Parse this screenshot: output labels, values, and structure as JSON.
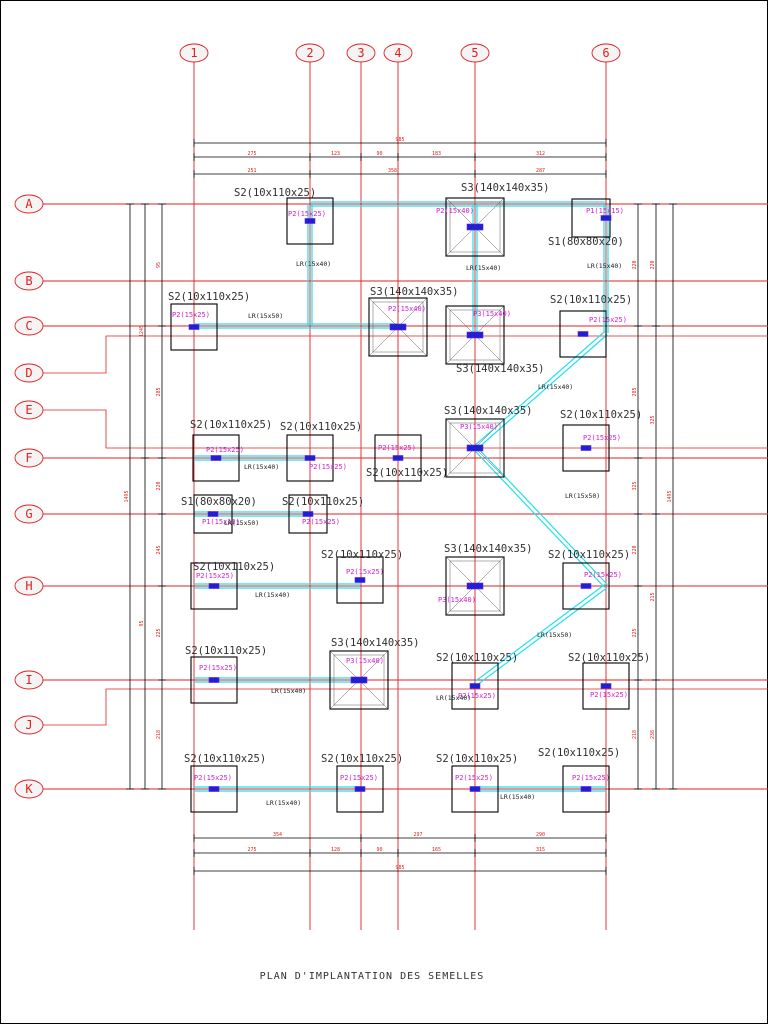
{
  "title": "PLAN D'IMPLANTATION DES SEMELLES",
  "axes": {
    "columns": [
      "1",
      "2",
      "3",
      "4",
      "5",
      "6"
    ],
    "rows": [
      "A",
      "B",
      "C",
      "D",
      "E",
      "F",
      "G",
      "H",
      "I",
      "J",
      "K"
    ]
  },
  "colors": {
    "axis": "#e02020",
    "beam": "#20e0f0",
    "pile": "#2020d0",
    "pile_label": "#d020d0",
    "footing": "#000000"
  },
  "footings": [
    {
      "label": "S2(10x110x25)",
      "post": "P2(15x25)"
    },
    {
      "label": "S3(140x140x35)",
      "post": "P2(15x40)"
    },
    {
      "label": "S1(80x80x20)",
      "post": "P1(15x15)"
    },
    {
      "label": "S2(10x110x25)",
      "post": "P2(15x25)"
    },
    {
      "label": "S3(140x140x35)",
      "post": "P2(15x40)"
    },
    {
      "label": "S2(10x110x25)",
      "post": "P2(15x25)"
    },
    {
      "label": "S3(140x140x35)",
      "post": "P3(15x40)"
    },
    {
      "label": "S2(10x110x25)",
      "post": "P2(15x25)"
    },
    {
      "label": "S2(10x110x25)",
      "post": "P2(15x25)"
    },
    {
      "label": "S2(10x110x25)",
      "post": "P2(15x25)"
    },
    {
      "label": "S3(140x140x35)",
      "post": "P3(15x40)"
    },
    {
      "label": "S2(10x110x25)",
      "post": "P2(15x25)"
    },
    {
      "label": "S1(80x80x20)",
      "post": "P1(15x15)"
    },
    {
      "label": "S2(10x110x25)",
      "post": "P2(15x25)"
    },
    {
      "label": "S2(10x110x25)",
      "post": "P2(15x25)"
    },
    {
      "label": "S2(10x110x25)",
      "post": "P2(15x25)"
    },
    {
      "label": "S3(140x140x35)",
      "post": "P3(15x40)"
    },
    {
      "label": "S2(10x110x25)",
      "post": "P2(15x25)"
    },
    {
      "label": "S2(10x110x25)",
      "post": "P2(15x25)"
    },
    {
      "label": "S3(140x140x35)",
      "post": "P3(15x40)"
    },
    {
      "label": "S2(10x110x25)",
      "post": "P2(15x25)"
    },
    {
      "label": "S2(10x110x25)",
      "post": "P2(15x25)"
    },
    {
      "label": "S2(10x110x25)",
      "post": "P2(15x25)"
    },
    {
      "label": "S2(10x110x25)",
      "post": "P2(15x25)"
    },
    {
      "label": "S2(10x110x25)",
      "post": "P2(15x25)"
    },
    {
      "label": "S2(10x110x25)",
      "post": "P2(15x25)"
    }
  ],
  "beam_labels": [
    "LR(15x40)",
    "LR(15x40)",
    "LR(15x50)",
    "LR(15x40)",
    "LR(15x40)",
    "LR(15x50)",
    "LR(15x40)",
    "LR(15x50)",
    "LR(15x40)",
    "LR(15x40)",
    "LR(15x50)",
    "LR(15x40)",
    "LR(15x40)",
    "LR(15x40)"
  ],
  "dimensions": {
    "top_total": "985",
    "top_row1": [
      "275",
      "123",
      "90",
      "183",
      "312"
    ],
    "top_row2": [
      "251",
      "358",
      "287"
    ],
    "bottom_row1": [
      "354",
      "297",
      "290"
    ],
    "bottom_row2": [
      "275",
      "128",
      "90",
      "165",
      "315"
    ],
    "bottom_total": "985",
    "left_total": "1495",
    "right_total": "1495",
    "left_row1": [
      "1245",
      "95"
    ],
    "left_row2": [
      "95",
      "285",
      "220",
      "245",
      "225",
      "218"
    ],
    "right_row1": [
      "220",
      "325",
      "215",
      "238"
    ],
    "right_row2": [
      "220",
      "285",
      "325",
      "220",
      "225",
      "218"
    ]
  }
}
